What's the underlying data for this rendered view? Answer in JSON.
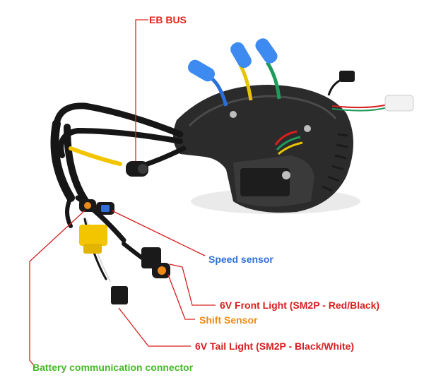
{
  "labels": {
    "eb_bus": "EB BUS",
    "speed_sensor": "Speed sensor",
    "front_light": "6V Front Light (SM2P - Red/Black)",
    "shift_sensor": "Shift Sensor",
    "tail_light": "6V Tail Light (SM2P - Black/White)",
    "battery_comm": "Battery communication connector"
  },
  "colors": {
    "eb_bus": "#e0261b",
    "speed_sensor": "#2f6fd6",
    "front_light": "#d81e1e",
    "shift_sensor": "#f08a16",
    "tail_light": "#d81e1e",
    "battery_comm": "#46b829",
    "motor_body": "#2b2b2b",
    "cable": "#161616",
    "connector_yellow": "#f2c500",
    "wire_blue": "#2a6fd8",
    "wire_yellow": "#e8c300",
    "wire_green": "#1e9a5a"
  }
}
